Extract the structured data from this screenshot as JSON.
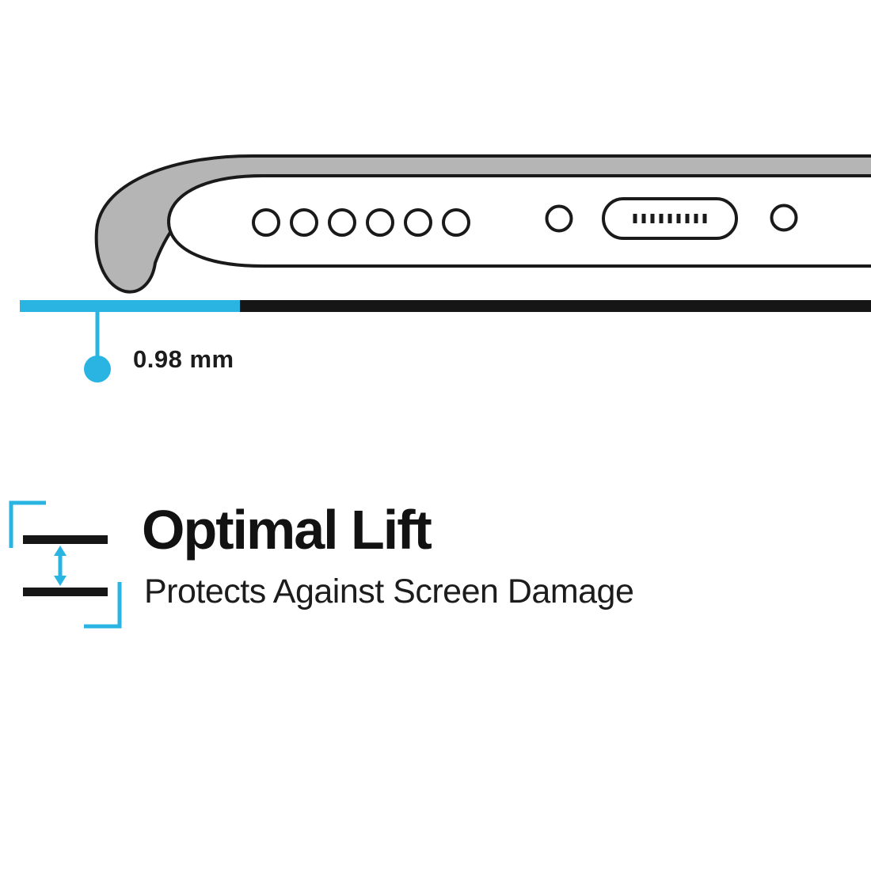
{
  "colors": {
    "accent": "#29b4e2",
    "ink": "#1a1a1a",
    "bar_black": "#161616",
    "case_gray": "#b5b5b5",
    "phone_white": "#ffffff"
  },
  "illustration": {
    "description": "phone bottom edge inside protective case lip",
    "speaker_hole_count": 6,
    "port_pin_count": 9,
    "screw_count": 2
  },
  "measurement": {
    "label": "0.98 mm"
  },
  "feature": {
    "title": "Optimal Lift",
    "subtitle": "Protects Against Screen Damage"
  }
}
